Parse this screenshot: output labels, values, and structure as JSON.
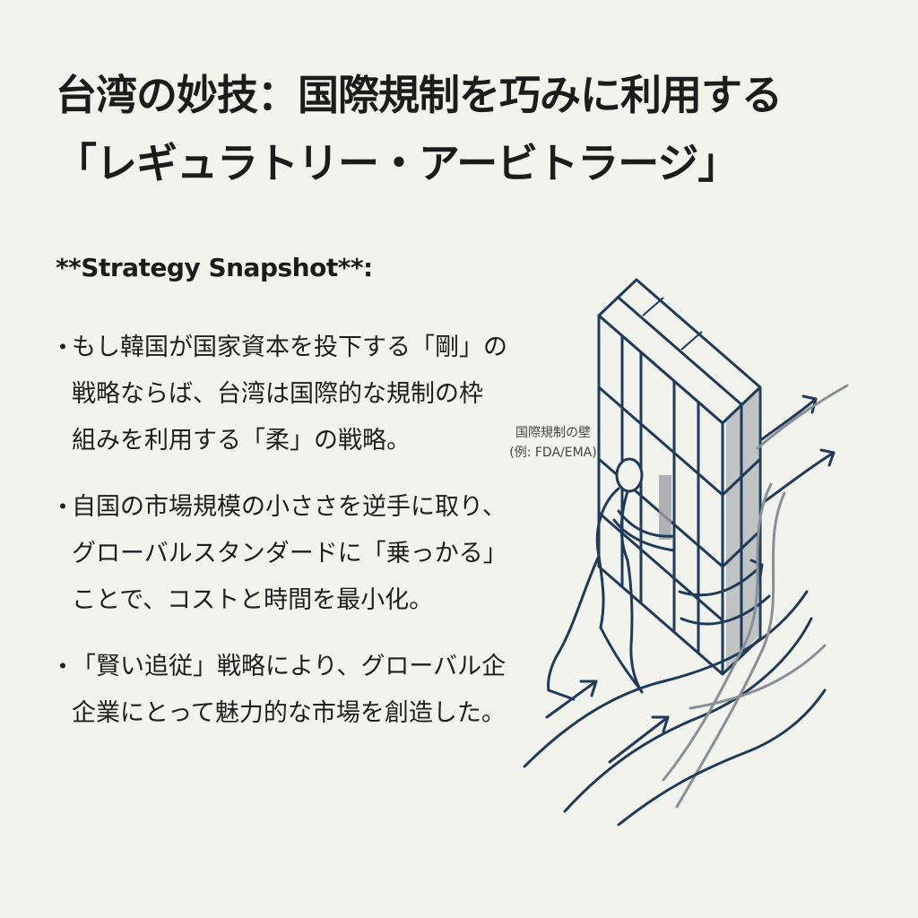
{
  "title": {
    "line1": "台湾の妙技：国際規制を巧みに利用する",
    "line2": "「レギュラトリー・アービトラージ」"
  },
  "snapshot_label": "**Strategy Snapshot**:",
  "bullets": [
    {
      "lines": [
        "もし韓国が国家資本を投下する「剛」の",
        "戦略ならば、台湾は国際的な規制の枠",
        "組みを利用する「柔」の戦略。"
      ]
    },
    {
      "lines": [
        "自国の市場規模の小ささを逆手に取り、",
        "グローバルスタンダードに「乗っかる」",
        "ことで、コストと時間を最小化。"
      ]
    },
    {
      "lines": [
        "「賢い追従」戦略により、グローバル企",
        "企業にとって魅力的な市場を創造した。"
      ]
    }
  ],
  "illustration": {
    "label_line1": "国際規制の壁",
    "label_line2": "(例: FDA/EMA)",
    "icons": [
      "regulatory-wall-icon",
      "person-pushing-icon",
      "flow-arrows-icon"
    ],
    "colors": {
      "navy": "#1f3b5c",
      "gray": "#8a8f96",
      "wall_shade": "#9aa0a6"
    }
  }
}
